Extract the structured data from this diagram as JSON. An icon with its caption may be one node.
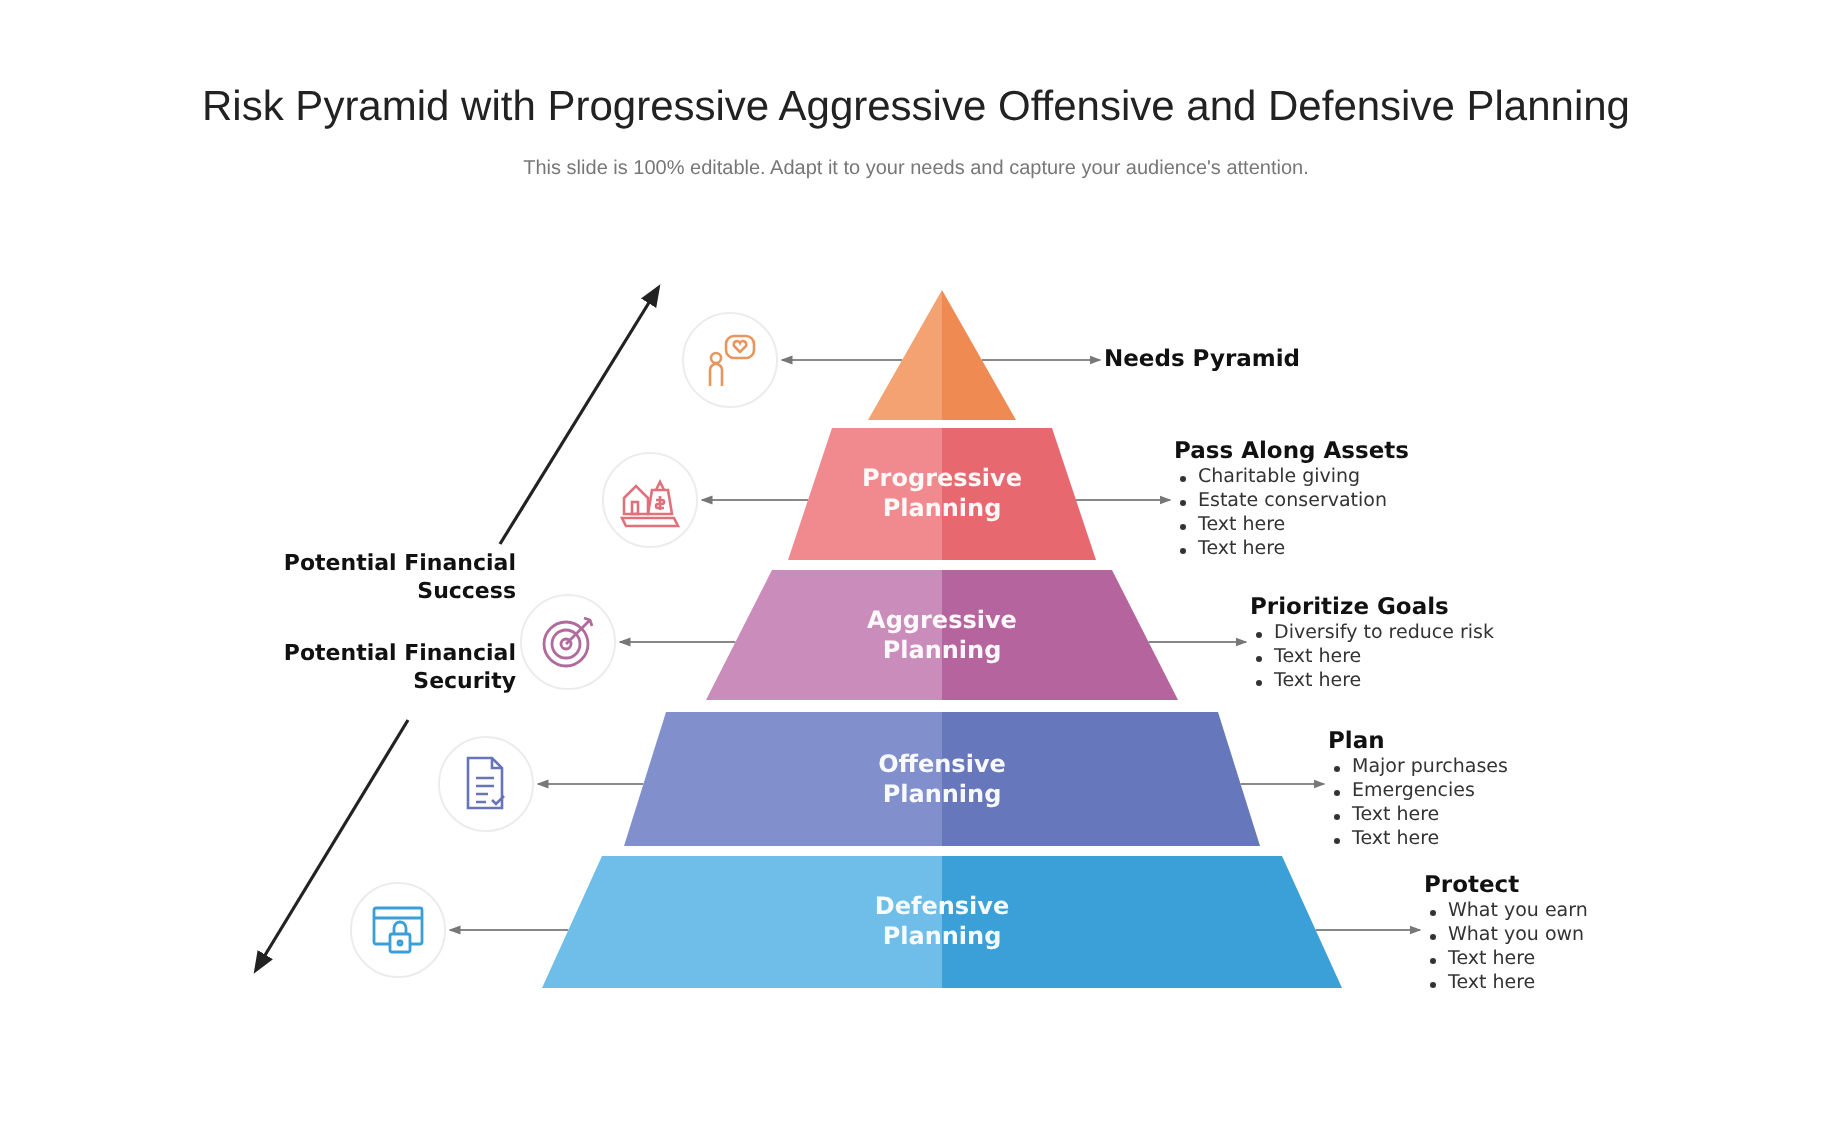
{
  "diagram": {
    "title": "Risk Pyramid with Progressive Aggressive Offensive and Defensive Planning",
    "caption": "This slide is 100% editable. Adapt it to your needs and capture your audience's attention.",
    "nodes": [
      {
        "text": [],
        "shape": "triangle"
      },
      {
        "text": [
          "Progressive Planning"
        ]
      },
      {
        "text": [
          "Aggressive Planning"
        ]
      },
      {
        "text": [
          "Offensive Planning"
        ]
      },
      {
        "text": [
          "Defensive Planning"
        ]
      },
      {
        "text": [],
        "shape": "circle"
      },
      {
        "text": [],
        "shape": "circle"
      },
      {
        "text": [],
        "shape": "circle"
      },
      {
        "text": [],
        "shape": "circle"
      },
      {
        "text": [],
        "shape": "circle"
      },
      {
        "text": [
          "Needs Pyramid"
        ]
      },
      {
        "text": [
          "Pass Along Assets",
          "Charitable giving",
          "Estate conservation",
          "Text here",
          "Text here"
        ]
      },
      {
        "text": [
          "Prioritize Goals",
          "Diversify to reduce risk",
          "Text here",
          "Text here"
        ]
      },
      {
        "text": [
          "Plan",
          "Major purchases",
          "Emergencies",
          "Text here",
          "Text here"
        ]
      },
      {
        "text": [
          "Protect",
          "What you earn",
          "What you own",
          "Text here",
          "Text here"
        ]
      }
    ],
    "edges": [
      {
        "from": 0,
        "to": 5,
        "arrow": "to"
      },
      {
        "from": 0,
        "to": 10,
        "arrow": "to"
      },
      {
        "from": 1,
        "to": 6,
        "arrow": "to"
      },
      {
        "from": 1,
        "to": 11,
        "arrow": "to"
      },
      {
        "from": 2,
        "to": 7,
        "arrow": "to"
      },
      {
        "from": 2,
        "to": 12,
        "arrow": "to"
      },
      {
        "from": 3,
        "to": 8,
        "arrow": "to"
      },
      {
        "from": 3,
        "to": 13,
        "arrow": "to"
      },
      {
        "from": 4,
        "to": 9,
        "arrow": "to"
      },
      {
        "from": 4,
        "to": 14,
        "arrow": "to"
      }
    ],
    "labels": [
      "Potential Financial Success",
      "Potential Financial Security"
    ]
  }
}
